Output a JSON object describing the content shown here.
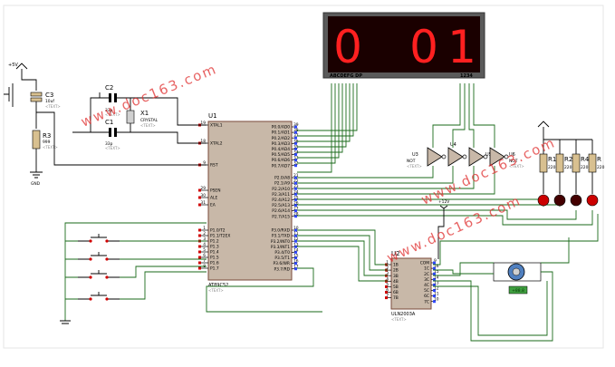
{
  "display": {
    "digits": [
      "0",
      "",
      "0",
      "1"
    ],
    "segment_label": "ABCDEFG DP",
    "digit_label": "1234",
    "segment_color": "#ff2020"
  },
  "mcu": {
    "ref": "U1",
    "part": "AT89C52",
    "text": "<TEXT>",
    "left_pins": [
      {
        "num": "19",
        "name": "XTAL1"
      },
      {
        "num": "18",
        "name": "XTAL2"
      },
      {
        "num": "9",
        "name": "RST"
      },
      {
        "num": "29",
        "name": "PSEN"
      },
      {
        "num": "30",
        "name": "ALE"
      },
      {
        "num": "31",
        "name": "EA"
      },
      {
        "num": "1",
        "name": "P1.0/T2"
      },
      {
        "num": "2",
        "name": "P1.1/T2EX"
      },
      {
        "num": "3",
        "name": "P1.2"
      },
      {
        "num": "4",
        "name": "P1.3"
      },
      {
        "num": "5",
        "name": "P1.4"
      },
      {
        "num": "6",
        "name": "P1.5"
      },
      {
        "num": "7",
        "name": "P1.6"
      },
      {
        "num": "8",
        "name": "P1.7"
      }
    ],
    "right_pins": [
      {
        "num": "39",
        "name": "P0.0/AD0"
      },
      {
        "num": "38",
        "name": "P0.1/AD1"
      },
      {
        "num": "37",
        "name": "P0.2/AD2"
      },
      {
        "num": "36",
        "name": "P0.3/AD3"
      },
      {
        "num": "35",
        "name": "P0.4/AD4"
      },
      {
        "num": "34",
        "name": "P0.5/AD5"
      },
      {
        "num": "33",
        "name": "P0.6/AD6"
      },
      {
        "num": "32",
        "name": "P0.7/AD7"
      },
      {
        "num": "21",
        "name": "P2.0/A8"
      },
      {
        "num": "22",
        "name": "P2.1/A9"
      },
      {
        "num": "23",
        "name": "P2.2/A10"
      },
      {
        "num": "24",
        "name": "P2.3/A11"
      },
      {
        "num": "25",
        "name": "P2.4/A12"
      },
      {
        "num": "26",
        "name": "P2.5/A13"
      },
      {
        "num": "27",
        "name": "P2.6/A14"
      },
      {
        "num": "28",
        "name": "P2.7/A15"
      },
      {
        "num": "10",
        "name": "P3.0/RXD"
      },
      {
        "num": "11",
        "name": "P3.1/TXD"
      },
      {
        "num": "12",
        "name": "P3.2/INT0"
      },
      {
        "num": "13",
        "name": "P3.3/INT1"
      },
      {
        "num": "14",
        "name": "P3.4/T0"
      },
      {
        "num": "15",
        "name": "P3.5/T1"
      },
      {
        "num": "16",
        "name": "P3.6/WR"
      },
      {
        "num": "17",
        "name": "P3.7/RD"
      }
    ]
  },
  "driver": {
    "ref": "U2",
    "part": "ULN2003A",
    "text": "<TEXT>",
    "left_pins": [
      {
        "num": "1",
        "name": "1B"
      },
      {
        "num": "2",
        "name": "2B"
      },
      {
        "num": "3",
        "name": "3B"
      },
      {
        "num": "4",
        "name": "4B"
      },
      {
        "num": "5",
        "name": "5B"
      },
      {
        "num": "6",
        "name": "6B"
      },
      {
        "num": "7",
        "name": "7B"
      }
    ],
    "right_pins": [
      {
        "num": "9",
        "name": "COM"
      },
      {
        "num": "16",
        "name": "1C"
      },
      {
        "num": "15",
        "name": "2C"
      },
      {
        "num": "14",
        "name": "3C"
      },
      {
        "num": "13",
        "name": "4C"
      },
      {
        "num": "12",
        "name": "5C"
      },
      {
        "num": "11",
        "name": "6C"
      },
      {
        "num": "10",
        "name": "7C"
      }
    ]
  },
  "gates": [
    {
      "ref": "U3",
      "type": "NOT",
      "text": "<TEXT>"
    },
    {
      "ref": "U4",
      "type": "",
      "text": ""
    },
    {
      "ref": "U5",
      "type": "",
      "text": ""
    },
    {
      "ref": "U6",
      "type": "NOT",
      "text": "<TEXT>"
    }
  ],
  "parts": {
    "c1": {
      "ref": "C1",
      "value": "33p",
      "text": "<TEXT>"
    },
    "c2": {
      "ref": "C2",
      "value": "33p",
      "text": "<TEXT>"
    },
    "c3": {
      "ref": "C3",
      "value": "10uf",
      "text": "<TEXT>"
    },
    "x1": {
      "ref": "X1",
      "value": "CRYSTAL",
      "text": "<TEXT>"
    },
    "r3": {
      "ref": "R3",
      "value": "999",
      "text": "<TEXT>"
    },
    "r1": {
      "ref": "R1",
      "value": "220"
    },
    "r2": {
      "ref": "R2",
      "value": "220"
    },
    "r4": {
      "ref": "R4",
      "value": "220"
    },
    "r5": {
      "ref": "R",
      "value": "220"
    }
  },
  "power": {
    "vcc_label": "+5V",
    "gnd_label": "GND",
    "v12_label": "+12V"
  },
  "motor": {
    "label": "+88.8"
  },
  "watermarks": [
    "www.doc163.com",
    "www.doc163.com",
    "www.doc163.com"
  ],
  "colors": {
    "wire": "#1a6a1a",
    "pin_red": "#d00000",
    "pin_blue": "#3048ff",
    "chip_fill": "#c8b8a8",
    "led_red": "#cc0000",
    "led_dark": "#440000"
  }
}
